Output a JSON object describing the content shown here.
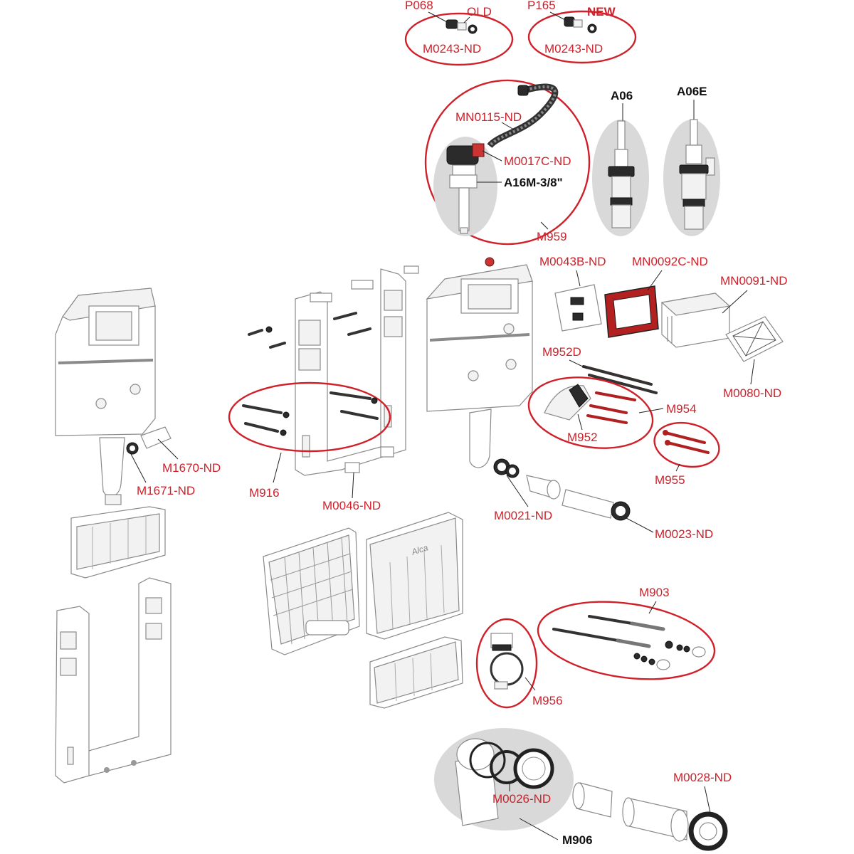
{
  "labels": {
    "p068": "P068",
    "old": "OLD",
    "m0243_old": "M0243-ND",
    "p165": "P165",
    "new": "NEW",
    "m0243_new": "M0243-ND",
    "mn0115": "MN0115-ND",
    "m0017c": "M0017C-ND",
    "a16m": "A16M-3/8\"",
    "m959": "M959",
    "a06": "A06",
    "a06e": "A06E",
    "m0043b": "M0043B-ND",
    "mn0092c": "MN0092C-ND",
    "mn0091": "MN0091-ND",
    "m952d": "M952D",
    "m954": "M954",
    "m952": "M952",
    "m0080": "M0080-ND",
    "m955": "M955",
    "m1670": "M1670-ND",
    "m1671": "M1671-ND",
    "m916": "M916",
    "m0046": "M0046-ND",
    "m0021": "M0021-ND",
    "m0023": "M0023-ND",
    "m903": "M903",
    "m956": "M956",
    "m0026": "M0026-ND",
    "m0028": "M0028-ND",
    "m906": "M906",
    "alca": "Alca"
  },
  "colors": {
    "accent": "#d0202a",
    "ink": "#111111",
    "part_outline": "#8a8a8a",
    "highlight": "#d9d9d9"
  }
}
